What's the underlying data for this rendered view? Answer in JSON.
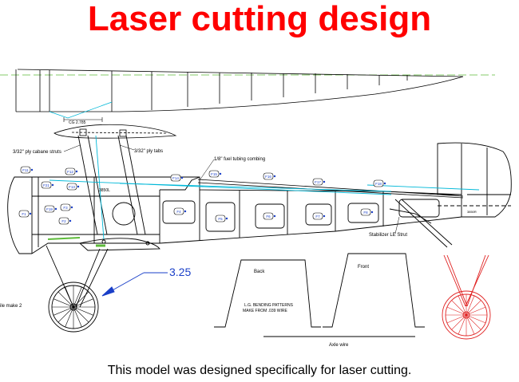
{
  "title": "Laser cutting design",
  "caption": "This model was designed specifically for laser cutting.",
  "colors": {
    "title": "#ff0000",
    "outline": "#000000",
    "part_labels": "#1a3fc8",
    "cyan_lines": "#00b8d8",
    "green_lines": "#5dbb3a",
    "red_wheel": "#e02020"
  },
  "annotations": {
    "ply_cabane_struts": "3/32\" ply cabane struts",
    "ply_tabs": "3/32\" ply tabs",
    "fuel_tubing": "1/8\" fuel tubing combing",
    "stabilizer_le_strut": "Stabilizer LE Strut",
    "dimension_small": "CG 2.785",
    "dimension": "3.25",
    "side_note": "ile make 2",
    "fuselage_mark": "3850L",
    "tail_mark": "3850R"
  },
  "patterns": {
    "back": "Back",
    "front": "Front",
    "bending_line1": "L.G. BENDING PATTERNS",
    "bending_line2": "MAKE FROM .039 WIRE",
    "axle_wire": "Axle wire"
  },
  "part_labels": [
    "F1",
    "F2",
    "F3",
    "F4",
    "F5",
    "F6",
    "F7",
    "F8",
    "F11",
    "F12",
    "F13",
    "F14",
    "F15",
    "F16",
    "F17",
    "F18",
    "F19",
    "F21"
  ]
}
